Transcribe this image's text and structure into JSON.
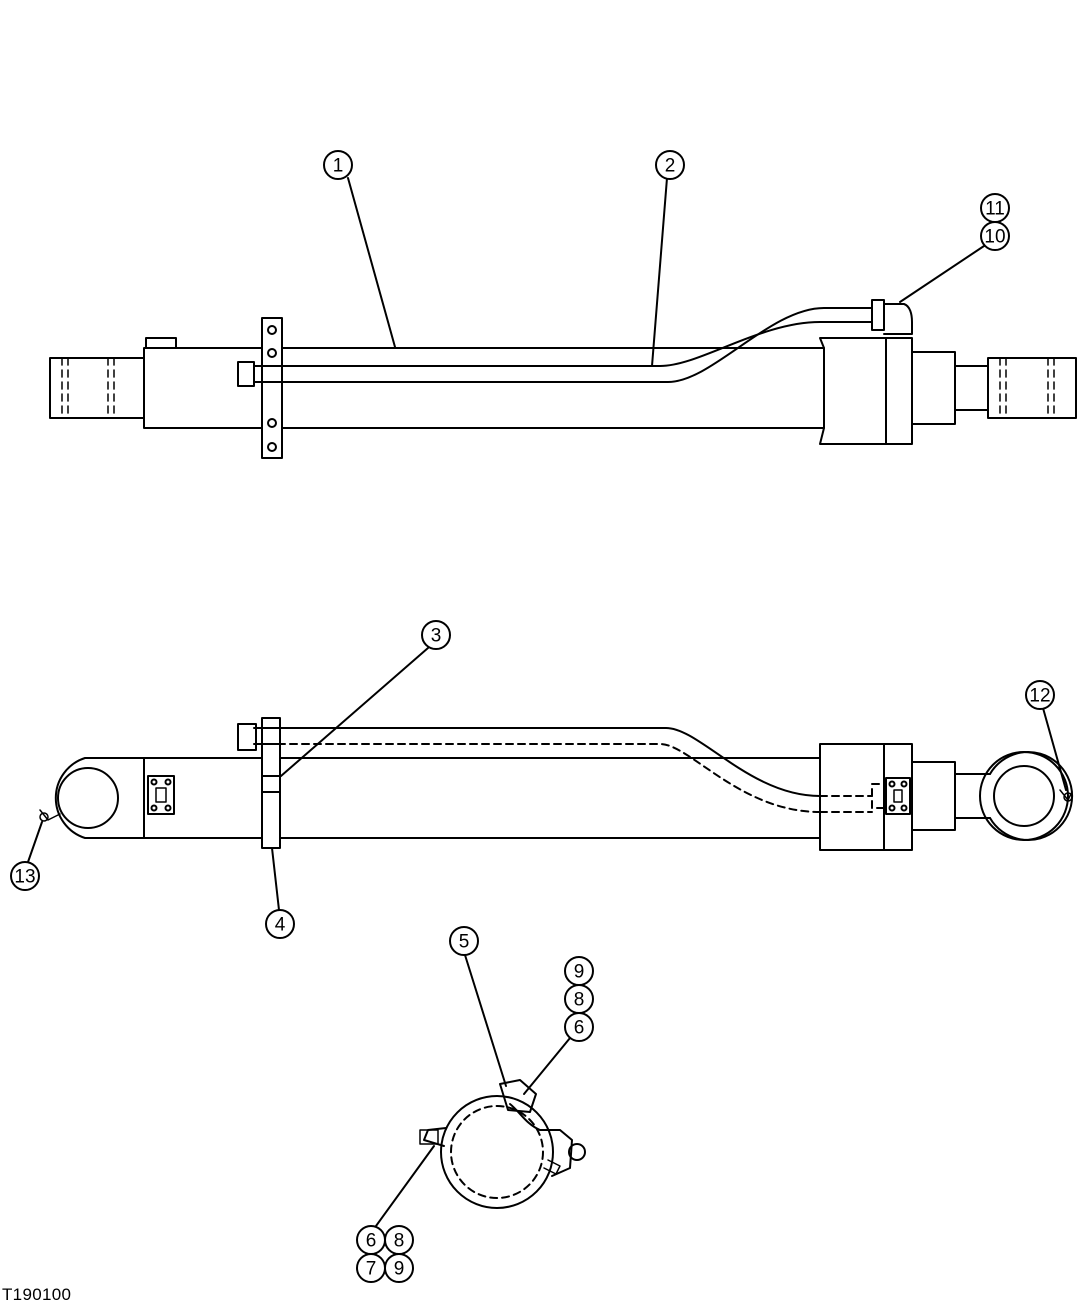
{
  "figure_id": "T190100",
  "callouts": {
    "c1": "1",
    "c2": "2",
    "c3": "3",
    "c4": "4",
    "c5": "5",
    "c6a": "6",
    "c6b": "6",
    "c7": "7",
    "c8a": "8",
    "c8b": "8",
    "c9a": "9",
    "c9b": "9",
    "c10": "10",
    "c11": "11",
    "c12": "12",
    "c13": "13"
  }
}
